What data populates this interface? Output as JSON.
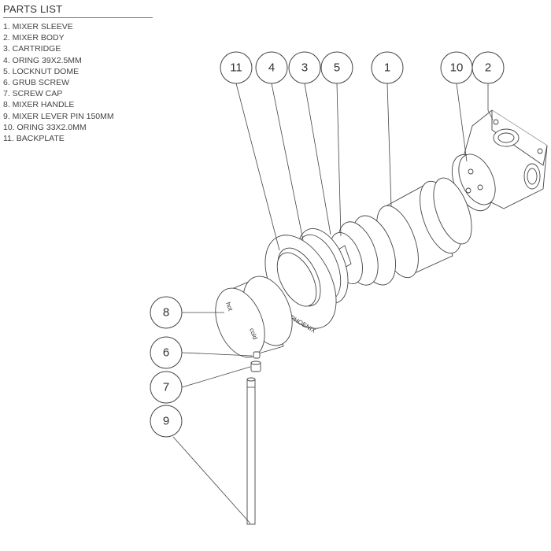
{
  "parts_list": {
    "title": "PARTS LIST",
    "items": [
      "1. MIXER SLEEVE",
      "2. MIXER BODY",
      "3. CARTRIDGE",
      "4. ORING 39X2.5MM",
      "5. LOCKNUT DOME",
      "6. GRUB SCREW",
      "7. SCREW CAP",
      "8. MIXER HANDLE",
      "9. MIXER LEVER PIN 150MM",
      "10. ORING 33X2.0MM",
      "11. BACKPLATE"
    ]
  },
  "callouts": {
    "c11": "11",
    "c4": "4",
    "c3": "3",
    "c5": "5",
    "c1": "1",
    "c10": "10",
    "c2": "2",
    "c8": "8",
    "c6": "6",
    "c7": "7",
    "c9": "9"
  },
  "markings": {
    "hot": "hot",
    "cold": "cold",
    "brand": "PHOENIX"
  }
}
